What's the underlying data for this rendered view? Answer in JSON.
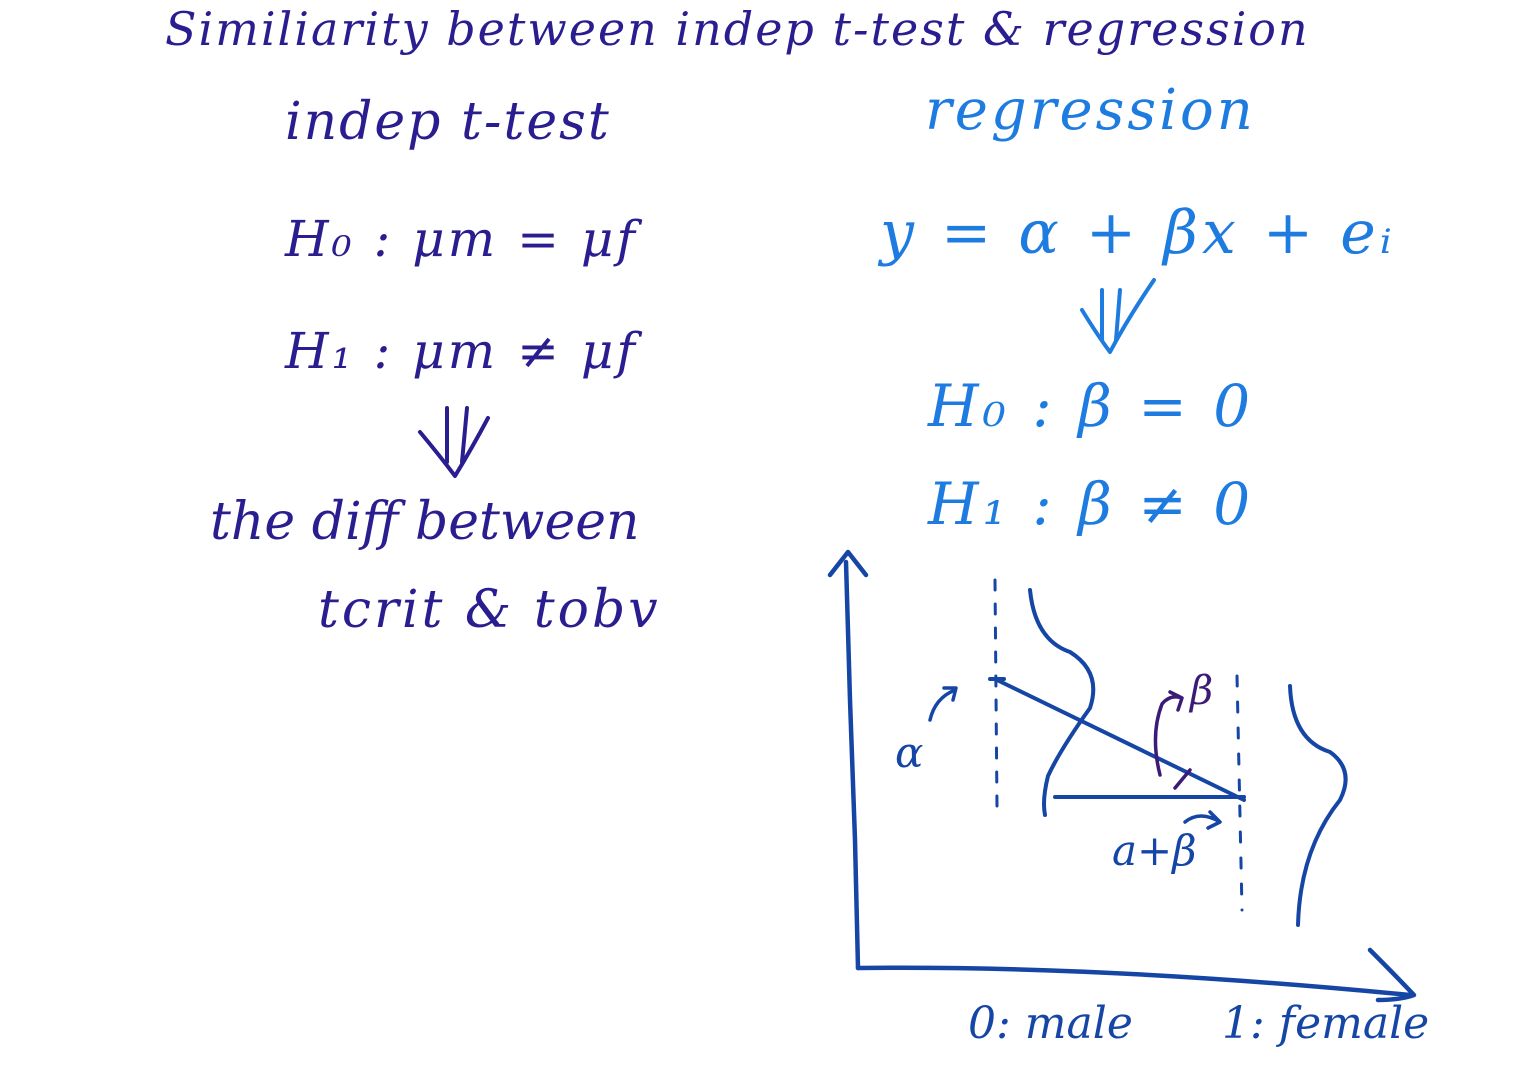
{
  "title": "Similiarity between indep t-test & regression",
  "left": {
    "heading": "indep t-test",
    "h0": "H₀ : μm = μf",
    "h1": "H₁ : μm ≠ μf",
    "conclusion_line1": "the diff between",
    "conclusion_line2": "tcrit & tobv"
  },
  "right": {
    "heading": "regression",
    "equation": "y = α + βx + eᵢ",
    "h0": "H₀ : β = 0",
    "h1": "H₁ : β ≠ 0"
  },
  "graph": {
    "alpha_label": "α",
    "beta_label": "β",
    "alpha_plus_beta_label": "a+β",
    "x_label_male": "0: male",
    "x_label_female": "1: female"
  },
  "colors": {
    "left_ink": "#2a1d8f",
    "right_ink": "#1e7be0",
    "graph_ink": "#1546a6",
    "annotation_ink": "#3b1a78"
  }
}
